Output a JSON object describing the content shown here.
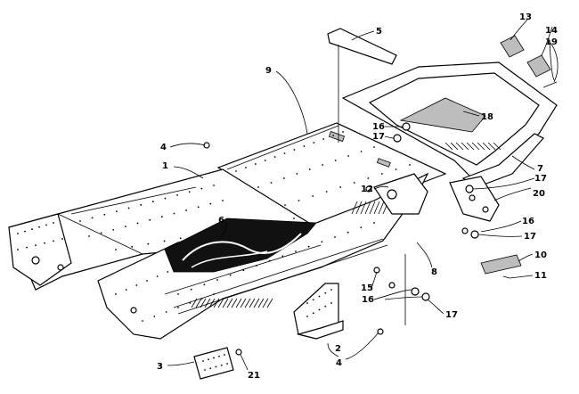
{
  "callouts": [
    {
      "id": "c1",
      "label": "1"
    },
    {
      "id": "c2",
      "label": "2"
    },
    {
      "id": "c3",
      "label": "3"
    },
    {
      "id": "c4a",
      "label": "4"
    },
    {
      "id": "c4b",
      "label": "4"
    },
    {
      "id": "c5",
      "label": "5"
    },
    {
      "id": "c6",
      "label": "6"
    },
    {
      "id": "c7",
      "label": "7"
    },
    {
      "id": "c8",
      "label": "8"
    },
    {
      "id": "c9",
      "label": "9"
    },
    {
      "id": "c10",
      "label": "10"
    },
    {
      "id": "c11",
      "label": "11"
    },
    {
      "id": "c12",
      "label": "12"
    },
    {
      "id": "c13",
      "label": "13"
    },
    {
      "id": "c14",
      "label": "14"
    },
    {
      "id": "c15",
      "label": "15"
    },
    {
      "id": "c16a",
      "label": "16"
    },
    {
      "id": "c16b",
      "label": "16"
    },
    {
      "id": "c16c",
      "label": "16"
    },
    {
      "id": "c17a",
      "label": "17"
    },
    {
      "id": "c17b",
      "label": "17"
    },
    {
      "id": "c17c",
      "label": "17"
    },
    {
      "id": "c17d",
      "label": "17"
    },
    {
      "id": "c18",
      "label": "18"
    },
    {
      "id": "c19",
      "label": "19"
    },
    {
      "id": "c20",
      "label": "20"
    },
    {
      "id": "c21",
      "label": "21"
    }
  ]
}
